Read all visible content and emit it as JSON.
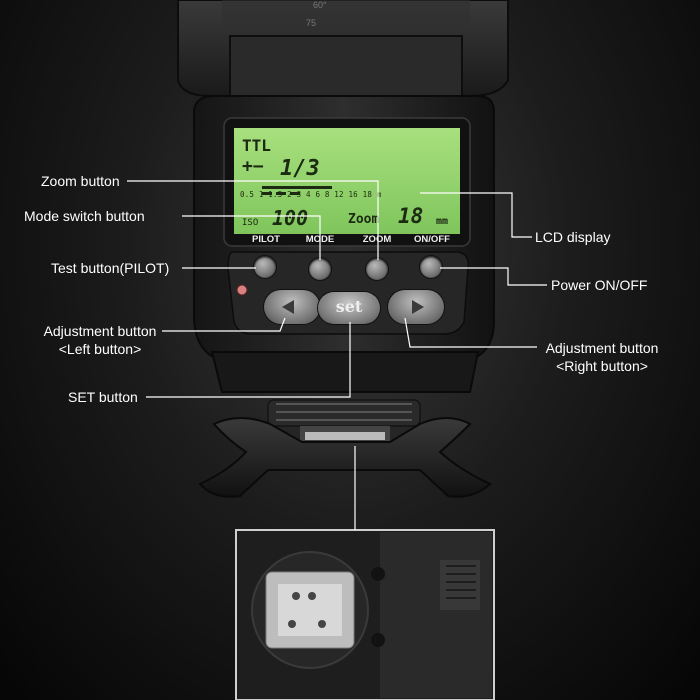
{
  "labels": {
    "zoom_button": "Zoom button",
    "mode_switch_button": "Mode switch button",
    "test_button": "Test button(PILOT)",
    "adjustment_left_1": "Adjustment button",
    "adjustment_left_2": "<Left button>",
    "set_button": "SET button",
    "lcd_display": "LCD display",
    "power": "Power ON/OFF",
    "adjustment_right_1": "Adjustment button",
    "adjustment_right_2": "<Right button>"
  },
  "device": {
    "button_labels": {
      "pilot": "PILOT",
      "mode": "MODE",
      "zoom": "ZOOM",
      "onoff": "ON/OFF"
    },
    "set_label": "set",
    "lcd": {
      "mode": "TTL",
      "plusminus": "+−",
      "ratio": "1/3",
      "scale": "0.5 1 1.5 2 3 4 6 8 12 16 18 m",
      "iso_label": "ISO",
      "iso_value": "100",
      "zoom_label": "Zoom",
      "zoom_value": "18",
      "unit": "mm"
    },
    "head_marks": [
      "60°",
      "75"
    ]
  },
  "colors": {
    "lcd_background": "#8fd36a",
    "body": "#1e1e1e",
    "label_text": "#ffffff"
  }
}
